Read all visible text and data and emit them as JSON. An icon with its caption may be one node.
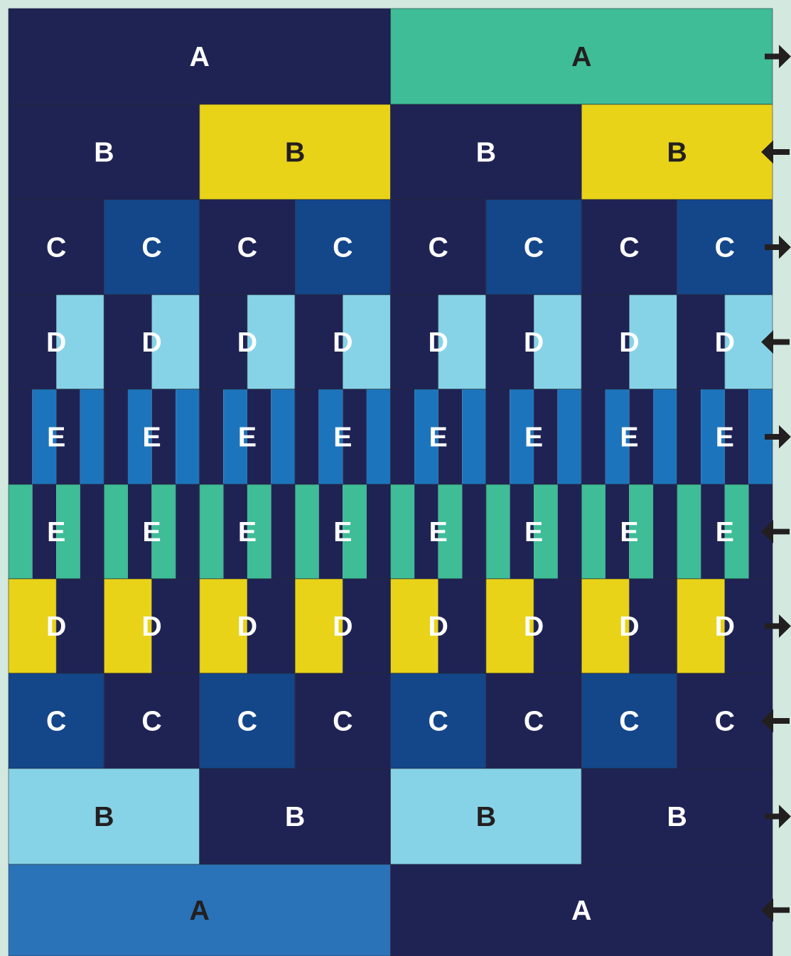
{
  "diagram": {
    "nodes": [
      {
        "text": [
          "A"
        ]
      },
      {
        "text": [
          "A"
        ]
      },
      {
        "text": [
          "B"
        ]
      },
      {
        "text": [
          "B"
        ]
      },
      {
        "text": [
          "B"
        ]
      },
      {
        "text": [
          "B"
        ]
      },
      {
        "text": [
          "C"
        ]
      },
      {
        "text": [
          "C"
        ]
      },
      {
        "text": [
          "C"
        ]
      },
      {
        "text": [
          "C"
        ]
      },
      {
        "text": [
          "C"
        ]
      },
      {
        "text": [
          "C"
        ]
      },
      {
        "text": [
          "C"
        ]
      },
      {
        "text": [
          "C"
        ]
      },
      {
        "text": [
          "D"
        ]
      },
      {
        "text": [
          "D"
        ]
      },
      {
        "text": [
          "D"
        ]
      },
      {
        "text": [
          "D"
        ]
      },
      {
        "text": [
          "D"
        ]
      },
      {
        "text": [
          "D"
        ]
      },
      {
        "text": [
          "D"
        ]
      },
      {
        "text": [
          "D"
        ]
      },
      {
        "text": [
          "E"
        ]
      },
      {
        "text": [
          "E"
        ]
      },
      {
        "text": [
          "E"
        ]
      },
      {
        "text": [
          "E"
        ]
      },
      {
        "text": [
          "E"
        ]
      },
      {
        "text": [
          "E"
        ]
      },
      {
        "text": [
          "E"
        ]
      },
      {
        "text": [
          "E"
        ]
      },
      {
        "text": [
          "E"
        ]
      },
      {
        "text": [
          "E"
        ]
      },
      {
        "text": [
          "E"
        ]
      },
      {
        "text": [
          "E"
        ]
      },
      {
        "text": [
          "E"
        ]
      },
      {
        "text": [
          "E"
        ]
      },
      {
        "text": [
          "E"
        ]
      },
      {
        "text": [
          "E"
        ]
      },
      {
        "text": [
          "D"
        ]
      },
      {
        "text": [
          "D"
        ]
      },
      {
        "text": [
          "D"
        ]
      },
      {
        "text": [
          "D"
        ]
      },
      {
        "text": [
          "D"
        ]
      },
      {
        "text": [
          "D"
        ]
      },
      {
        "text": [
          "D"
        ]
      },
      {
        "text": [
          "D"
        ]
      },
      {
        "text": [
          "C"
        ]
      },
      {
        "text": [
          "C"
        ]
      },
      {
        "text": [
          "C"
        ]
      },
      {
        "text": [
          "C"
        ]
      },
      {
        "text": [
          "C"
        ]
      },
      {
        "text": [
          "C"
        ]
      },
      {
        "text": [
          "C"
        ]
      },
      {
        "text": [
          "C"
        ]
      },
      {
        "text": [
          "B"
        ]
      },
      {
        "text": [
          "B"
        ]
      },
      {
        "text": [
          "B"
        ]
      },
      {
        "text": [
          "B"
        ]
      },
      {
        "text": [
          "A"
        ]
      },
      {
        "text": [
          "A"
        ]
      }
    ]
  }
}
